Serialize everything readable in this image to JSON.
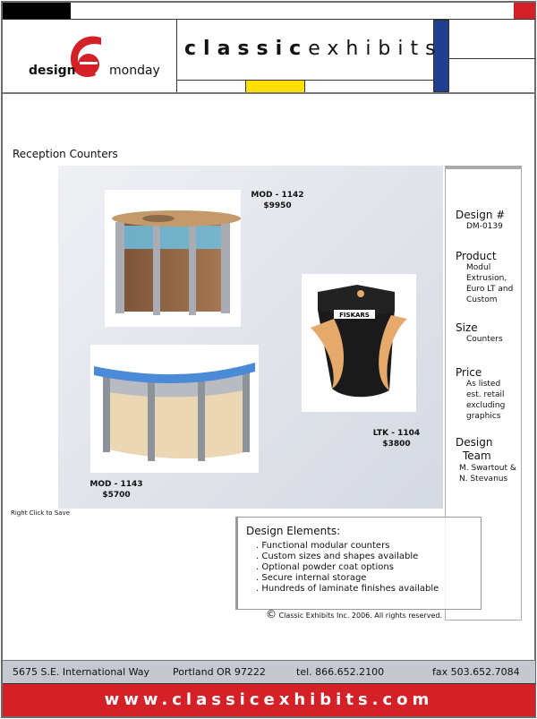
{
  "header": {
    "logo_left": "design",
    "logo_right": "monday",
    "brand_bold": "classic",
    "brand_light": "exhibits"
  },
  "colors": {
    "red": "#d42027",
    "blue": "#213f8f",
    "yellow": "#ffdf00",
    "footer_gray": "#c5c8cf"
  },
  "page_title": "Reception Counters",
  "products": [
    {
      "name": "MOD - 1142",
      "price": "$9950"
    },
    {
      "name": "LTK - 1104",
      "price": "$3800",
      "graphic_text": "FISKARS"
    },
    {
      "name": "MOD - 1143",
      "price": "$5700"
    }
  ],
  "right_click": "Right Click to Save",
  "sidebar": {
    "design_label": "Design #",
    "design_value": "DM-0139",
    "product_label": "Product",
    "product_value": [
      "Modul",
      "Extrusion,",
      "Euro LT and",
      "Custom"
    ],
    "size_label": "Size",
    "size_value": "Counters",
    "price_label": "Price",
    "price_value": [
      "As listed",
      "est. retail",
      "excluding",
      "graphics"
    ],
    "team_label": [
      "Design",
      "Team"
    ],
    "team_value": [
      "M. Swartout &",
      "N. Stevanus"
    ]
  },
  "design_elements": {
    "title": "Design Elements:",
    "items": [
      ". Functional modular counters",
      ". Custom sizes and shapes available",
      ". Optional powder coat options",
      ". Secure internal storage",
      ". Hundreds of laminate finishes available"
    ]
  },
  "copyright": "Classic Exhibits Inc.  2006.  All rights reserved.",
  "footer": {
    "address": "5675 S.E. International Way",
    "city": "Portland OR 97222",
    "tel": "tel.  866.652.2100",
    "fax": "fax 503.652.7084",
    "url": "www.classicexhibits.com"
  }
}
